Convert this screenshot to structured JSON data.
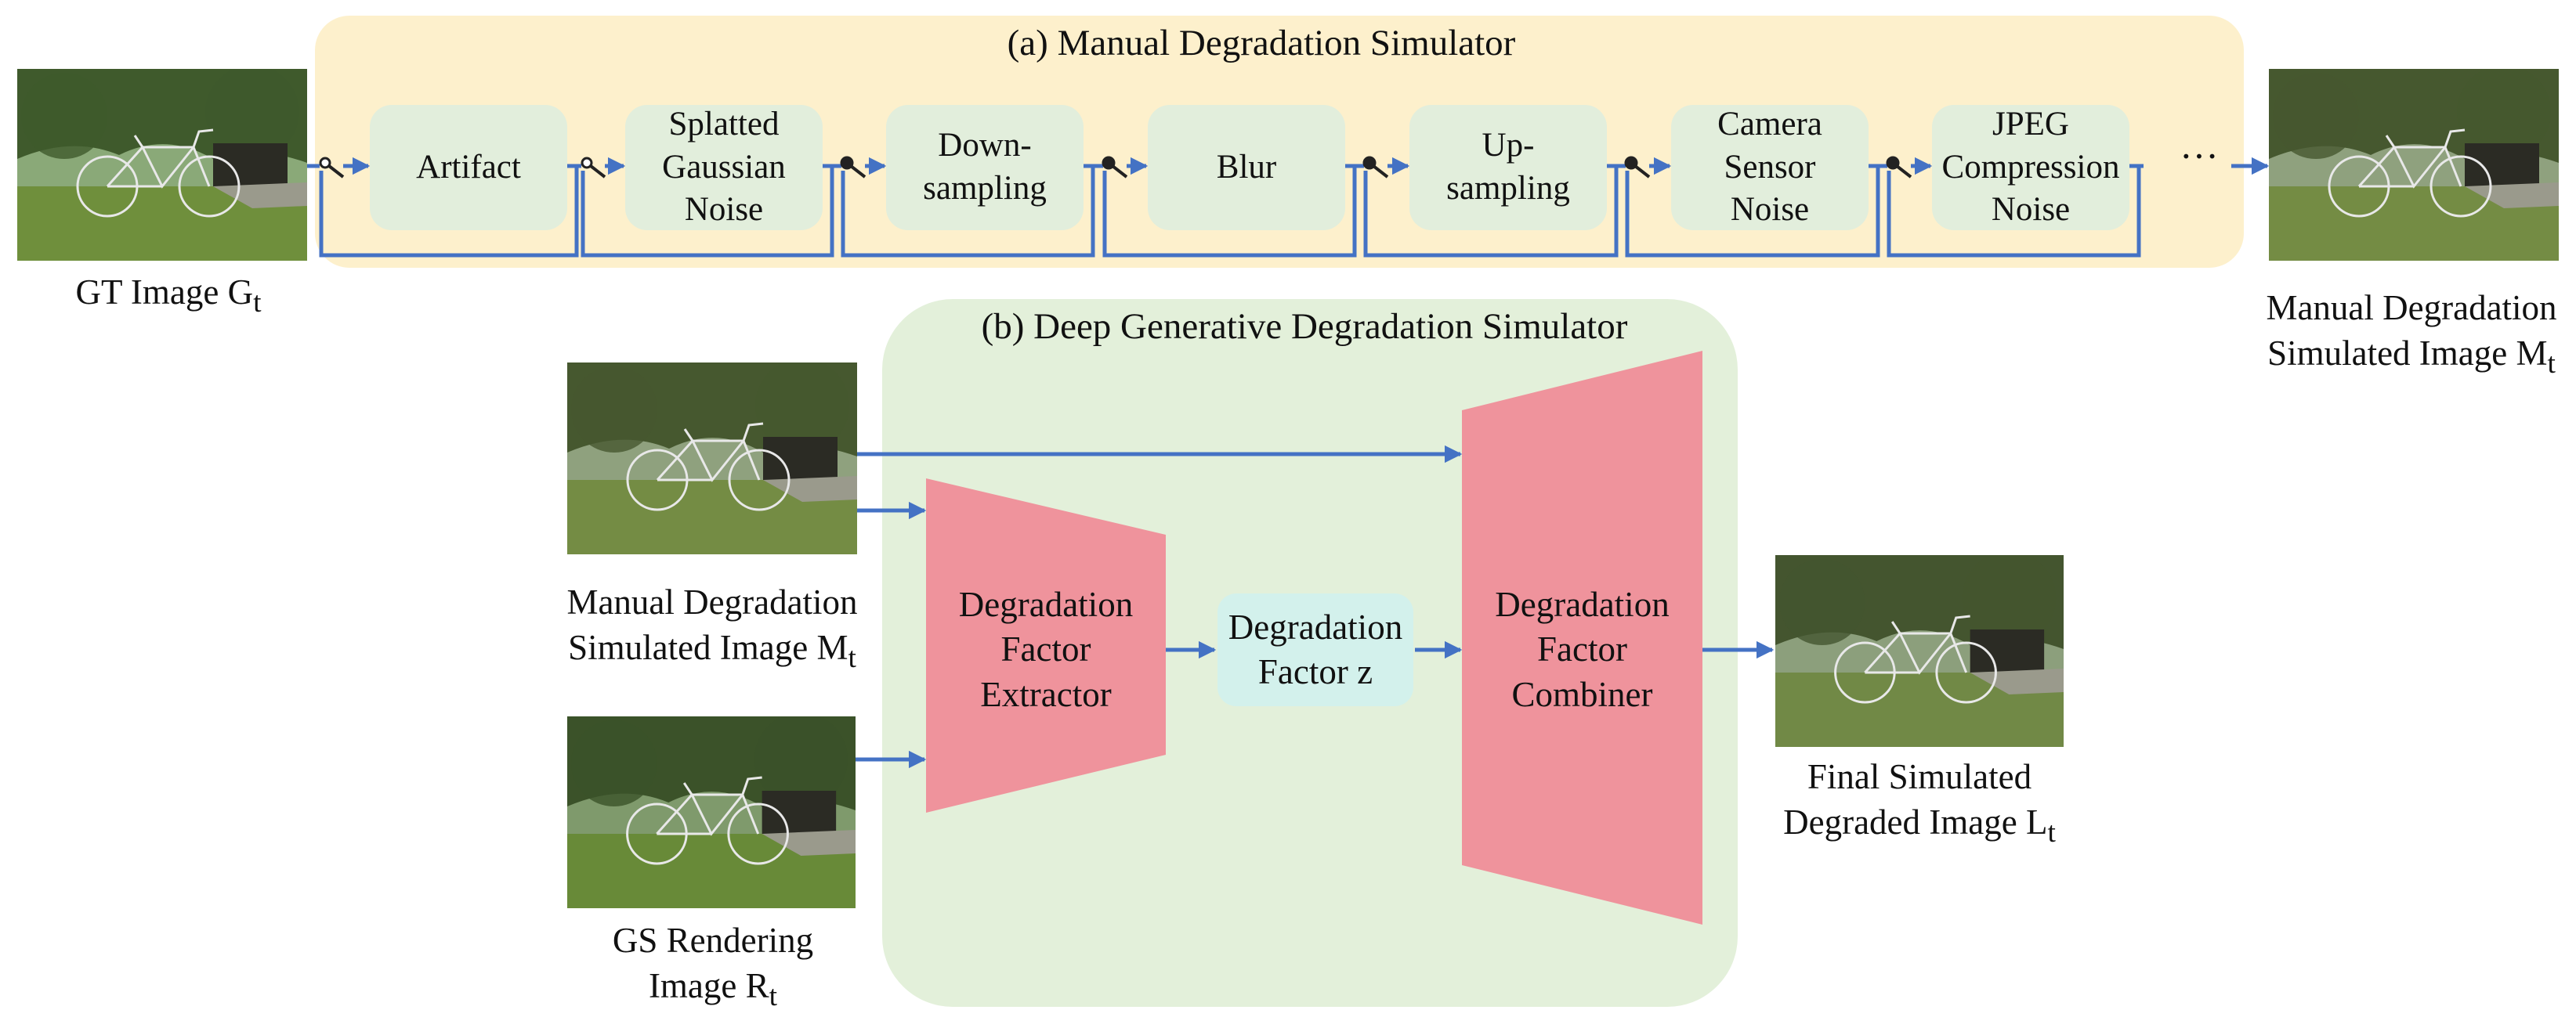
{
  "panel_a": {
    "title": "(a) Manual Degradation Simulator",
    "stages": [
      "Artifact",
      "Splatted\nGaussian\nNoise",
      "Down-\nsampling",
      "Blur",
      "Up-\nsampling",
      "Camera\nSensor\nNoise",
      "JPEG\nCompression\nNoise"
    ],
    "ellipsis": "···"
  },
  "panel_b": {
    "title": "(b) Deep Generative Degradation Simulator",
    "extractor": "Degradation\nFactor\nExtractor",
    "factor": "Degradation\nFactor z",
    "combiner": "Degradation\nFactor\nCombiner"
  },
  "captions": {
    "gt": {
      "text": "GT Image G",
      "sub": "t"
    },
    "manual_out": {
      "line1": "Manual Degradation",
      "line2": "Simulated Image M",
      "sub": "t"
    },
    "manual_in": {
      "line1": "Manual Degradation",
      "line2": "Simulated Image M",
      "sub": "t"
    },
    "gs": {
      "line1": "GS Rendering",
      "line2": "Image R",
      "sub": "t"
    },
    "final": {
      "line1": "Final Simulated",
      "line2": "Degraded Image L",
      "sub": "t"
    }
  },
  "colors": {
    "panel_a_bg": "#fdf0cc",
    "panel_b_bg": "#e3f0da",
    "stage_bg": "#e2eedc",
    "module_red": "#ef939c",
    "factor_bg": "#d3f1ec",
    "arrow": "#4472c4",
    "switch": "#222222"
  },
  "icons": [
    "switch-icon",
    "bicycle-photo"
  ]
}
